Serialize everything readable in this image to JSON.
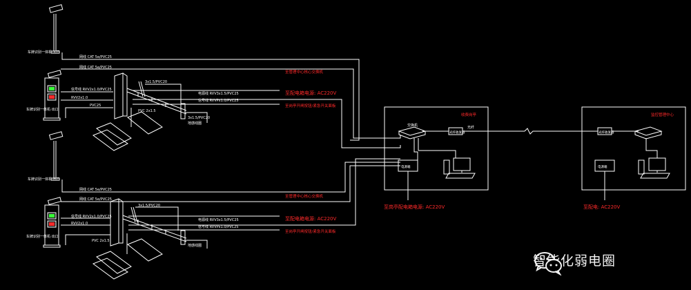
{
  "colors": {
    "line": "#ffffff",
    "red": "#ff2a2a",
    "green": "#39ff39",
    "background": "#000000"
  },
  "upper_lane": {
    "camera_label": "车牌识别一体机·入口",
    "terminal_label": "车牌识别一体机·出口",
    "cable_top": "网线 CAT 5e/PVC25",
    "cable_rvv_a": "信号线 RVV2x1.0/PVC25",
    "cable_rvv_b": "RVV2x1.0",
    "cable_pvc": "PVC25",
    "cable_loop": "PVC 2x1.5",
    "gate_note": "3x1.5/PVC20",
    "cable_sig_1": "电源线 RVV3x1.5/PVC25",
    "cable_sig_2": "信号线 RVVPx1.0/PVC25",
    "red_net": "至管理中心核心交换机",
    "red_power": "至配电箱电源: AC220V",
    "red_button": "至岗亭开闸按钮/紧急开关面板",
    "gate_note_2": "3x1.5/PVC20",
    "gate_note_3": "地感线圈"
  },
  "lower_lane": {
    "camera_label": "车牌识别一体机·出口",
    "terminal_label": "车牌识别一体机·出口",
    "cable_top": "网线 CAT 5e/PVC25",
    "cable_rvv_a": "信号线 RVV2x1.0/PVC25",
    "cable_rvv_b": "RVV2x1.0",
    "cable_loop": "PVC 2x1.5",
    "gate_note": "3x1.5/PVC20",
    "cable_sig_1": "电源线 RVV3x1.5/PVC25",
    "cable_sig_2": "信号线 RVVPx1.0/PVC25",
    "red_net": "至管理中心核心交换机",
    "red_power": "至配电箱电源: AC220V",
    "red_button": "至岗亭开闸按钮/紧急开关面板",
    "gate_note_3": "地感线圈"
  },
  "booth": {
    "title": "收费岗亭",
    "switch": "交换机",
    "converter": "光纤收发器",
    "power_box": "电源箱",
    "power_note": "至岗亭配电箱电源: AC220V"
  },
  "link_label": "光纤",
  "center": {
    "title": "监控管理中心",
    "converter": "光纤收发器",
    "power_box": "电源箱",
    "power_note": "至配电: AC220V"
  },
  "watermark": {
    "text": "智能化弱电圈",
    "icon": "wechat-icon"
  }
}
